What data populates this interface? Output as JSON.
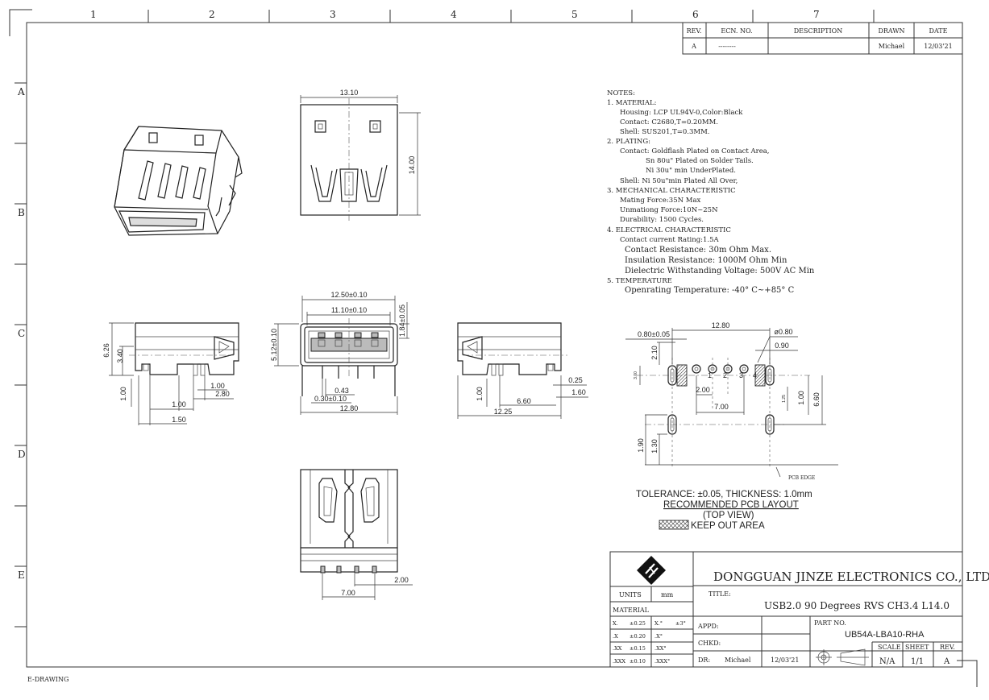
{
  "grid": {
    "cols": [
      "1",
      "2",
      "3",
      "4",
      "5",
      "6",
      "7"
    ],
    "rows": [
      "A",
      "B",
      "C",
      "D",
      "E"
    ]
  },
  "revision_table": {
    "headers": [
      "REV.",
      "ECN. NO.",
      "DESCRIPTION",
      "DRAWN",
      "DATE"
    ],
    "row": [
      "A",
      "--------",
      "",
      "Michael",
      "12/03'21"
    ]
  },
  "notes": [
    "NOTES:",
    "1. MATERIAL:",
    "Housing: LCP UL94V-0,Color:Black",
    "Contact: C2680,T=0.20MM.",
    "Shell: SUS201,T=0.3MM.",
    "2. PLATING:",
    "Contact: Goldflash Plated on Contact Area,",
    "Sn 80u\" Plated on Solder Tails.",
    "Ni 30u\" min UnderPlated.",
    "Shell: Ni 50u\"min Plated All Over,",
    "3. MECHANICAL CHARACTERISTIC",
    "Mating Force:35N Max",
    "Unmationg Force:10N~25N",
    "Durability: 1500 Cycles.",
    "4. ELECTRICAL CHARACTERISTIC",
    "Contact current Rating:1.5A",
    "Contact Resistance: 30m Ohm Max.",
    "Insulation Resistance: 1000M Ohm Min",
    "Dielectric Withstanding Voltage: 500V AC Min",
    "5. TEMPERATURE",
    "Openrating Temperature: -40° C~+85° C"
  ],
  "dims": {
    "top_width": "13.10",
    "top_height": "14.00",
    "front_w1": "12.50±0.10",
    "front_w2": "11.10±0.10",
    "front_right": "1.84±0.05",
    "front_left": "5.12±0.10",
    "front_043": "0.43",
    "front_030": "0.30±0.10",
    "front_1280": "12.80",
    "left_626": "6.26",
    "left_340": "3.40",
    "left_100a": "1.00",
    "left_100b": "1.00",
    "left_280": "2.80",
    "left_100c": "1.00",
    "left_150": "1.50",
    "right_100": "1.00",
    "right_025": "0.25",
    "right_160": "1.60",
    "right_660": "6.60",
    "right_1225": "12.25",
    "bottom_200": "2.00",
    "bottom_700": "7.00",
    "pcb_080": "0.80±0.05",
    "pcb_1280": "12.80",
    "pcb_phi": "ø0.80",
    "pcb_090": "0.90",
    "pcb_210": "2.10",
    "pcb_300": "3.00",
    "pcb_200": "2.00",
    "pcb_700": "7.00",
    "pcb_100": "1.00",
    "pcb_660": "6.60",
    "pcb_125": "1.25",
    "pcb_190": "1.90",
    "pcb_130": "1.30",
    "pin1": "1",
    "pin2": "2",
    "pin3": "3",
    "pin4": "4",
    "pcb_edge": "PCB EDGE"
  },
  "pcb_caption": {
    "tolerance": "TOLERANCE: ±0.05, THICKNESS: 1.0mm",
    "title": "RECOMMENDED PCB LAYOUT",
    "view": "(TOP VIEW)",
    "keepout": "KEEP OUT AREA"
  },
  "title_block": {
    "company": "DONGGUAN JINZE ELECTRONICS CO., LTD",
    "title_label": "TITLE:",
    "title": "USB2.0 90 Degrees RVS CH3.4 L14.0",
    "units_label": "UNITS",
    "units": "mm",
    "material_label": "MATERIAL",
    "tol_rows": [
      [
        "X.",
        "±0.25",
        "X.°",
        "±3°"
      ],
      [
        ".X",
        "±0.20",
        ".X°",
        ""
      ],
      [
        ".XX",
        "±0.15",
        ".XX°",
        ""
      ],
      [
        ".XXX",
        "±0.10",
        ".XXX°",
        ""
      ]
    ],
    "appd_label": "APPD:",
    "chkd_label": "CHKD:",
    "dr_label": "DR:",
    "dr_name": "Michael",
    "dr_date": "12/03'21",
    "part_label": "PART NO.",
    "part_no": "UB54A-LBA10-RHA",
    "scale_label": "SCALE",
    "sheet_label": "SHEET",
    "rev_label": "REV.",
    "scale": "N/A",
    "sheet": "1/1",
    "rev": "A"
  },
  "footer": "E-DRAWING"
}
